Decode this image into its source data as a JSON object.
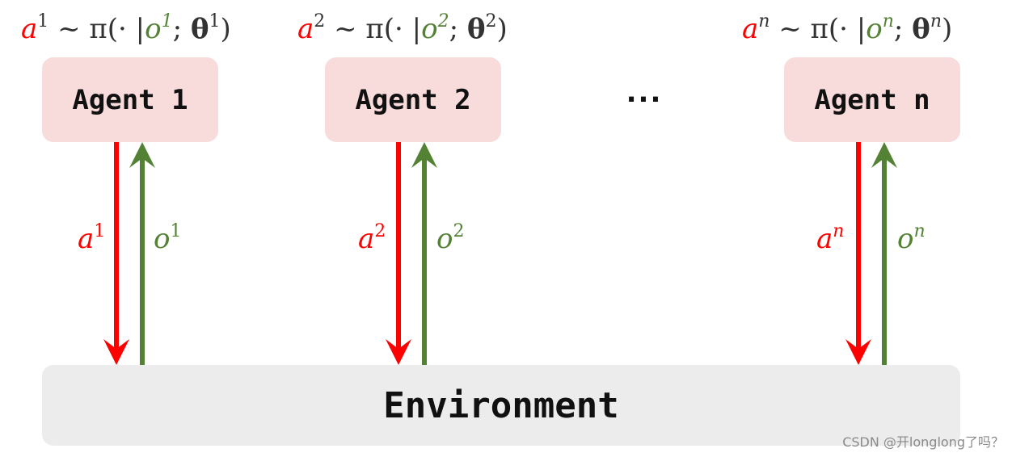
{
  "policies": [
    {
      "action_sup": "1",
      "obs_sup": "1",
      "theta_sup": "1"
    },
    {
      "action_sup": "2",
      "obs_sup": "2",
      "theta_sup": "2"
    },
    {
      "action_sup": "n",
      "obs_sup": "n",
      "theta_sup": "n"
    }
  ],
  "symbols": {
    "action": "a",
    "observation": "o",
    "tilde_pi": " ~ π(· |",
    "semicolon": "; ",
    "theta": "θ",
    "close": ")"
  },
  "agents": [
    {
      "label": "Agent 1"
    },
    {
      "label": "Agent 2"
    },
    {
      "label": "Agent n"
    }
  ],
  "ellipsis": "...",
  "arrow_labels": [
    {
      "action": "a",
      "action_sup": "1",
      "obs": "o",
      "obs_sup": "1"
    },
    {
      "action": "a",
      "action_sup": "2",
      "obs": "o",
      "obs_sup": "2"
    },
    {
      "action": "a",
      "action_sup": "n",
      "obs": "o",
      "obs_sup": "n"
    }
  ],
  "environment": {
    "label": "Environment"
  },
  "colors": {
    "action": "#ff0000",
    "observation": "#548235",
    "agent_bg": "#f8dcdc",
    "env_bg": "#ececec"
  },
  "watermark": "CSDN @开longlong了吗？"
}
